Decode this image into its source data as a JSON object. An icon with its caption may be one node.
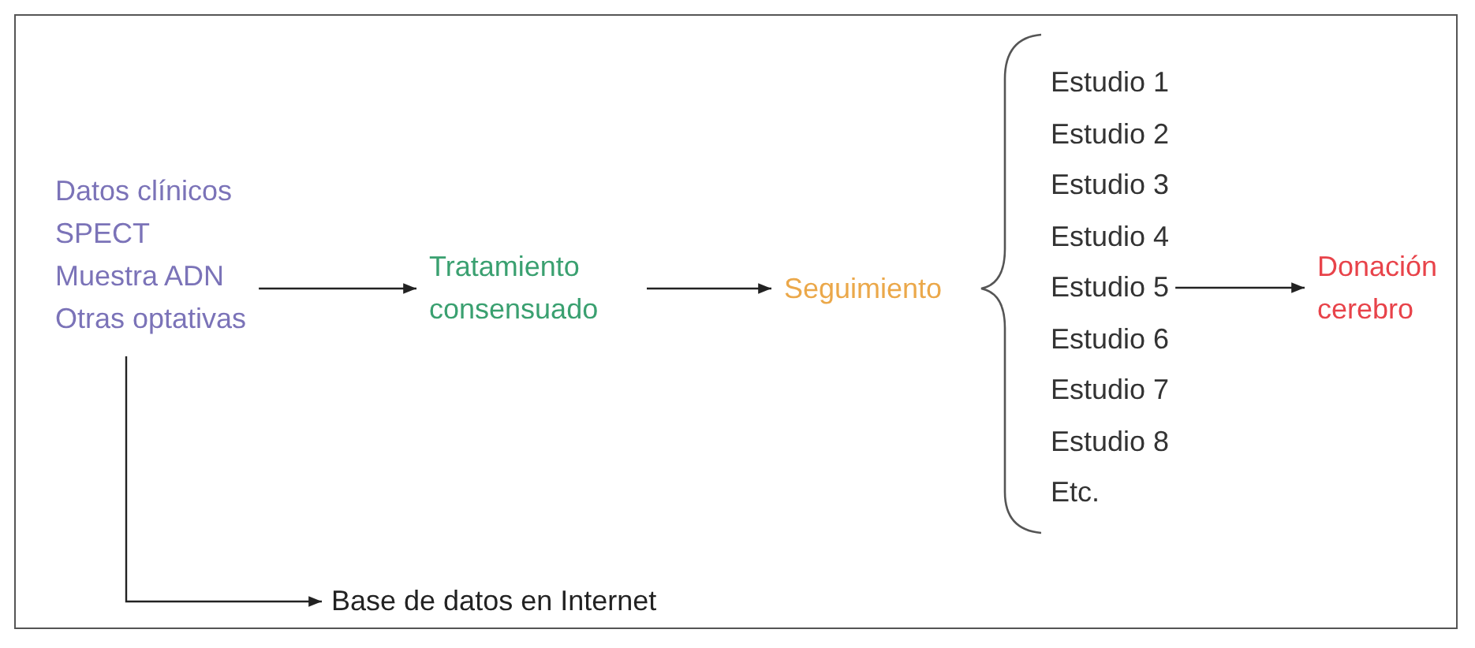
{
  "diagram": {
    "nodes": [
      {
        "text": [
          "Datos clínicos",
          "SPECT",
          "Muestra ADN",
          "Otras optativas"
        ]
      },
      {
        "text": [
          "Tratamiento consensuado"
        ]
      },
      {
        "text": [
          "Seguimiento"
        ]
      },
      {
        "text": [
          "Estudio 1"
        ]
      },
      {
        "text": [
          "Estudio 2"
        ]
      },
      {
        "text": [
          "Estudio 3"
        ]
      },
      {
        "text": [
          "Estudio 4"
        ]
      },
      {
        "text": [
          "Estudio 5"
        ]
      },
      {
        "text": [
          "Estudio 6"
        ]
      },
      {
        "text": [
          "Estudio 7"
        ]
      },
      {
        "text": [
          "Estudio 8"
        ]
      },
      {
        "text": [
          "Etc."
        ]
      },
      {
        "text": [
          "Donación cerebro"
        ]
      },
      {
        "text": [
          "Base de datos en Internet"
        ]
      }
    ],
    "edges": [
      {
        "from": 0,
        "to": 1,
        "arrow": "to"
      },
      {
        "from": 1,
        "to": 2,
        "arrow": "to"
      },
      {
        "from": 7,
        "to": 12,
        "arrow": "to"
      },
      {
        "from": 0,
        "to": 13,
        "arrow": "to"
      }
    ]
  }
}
